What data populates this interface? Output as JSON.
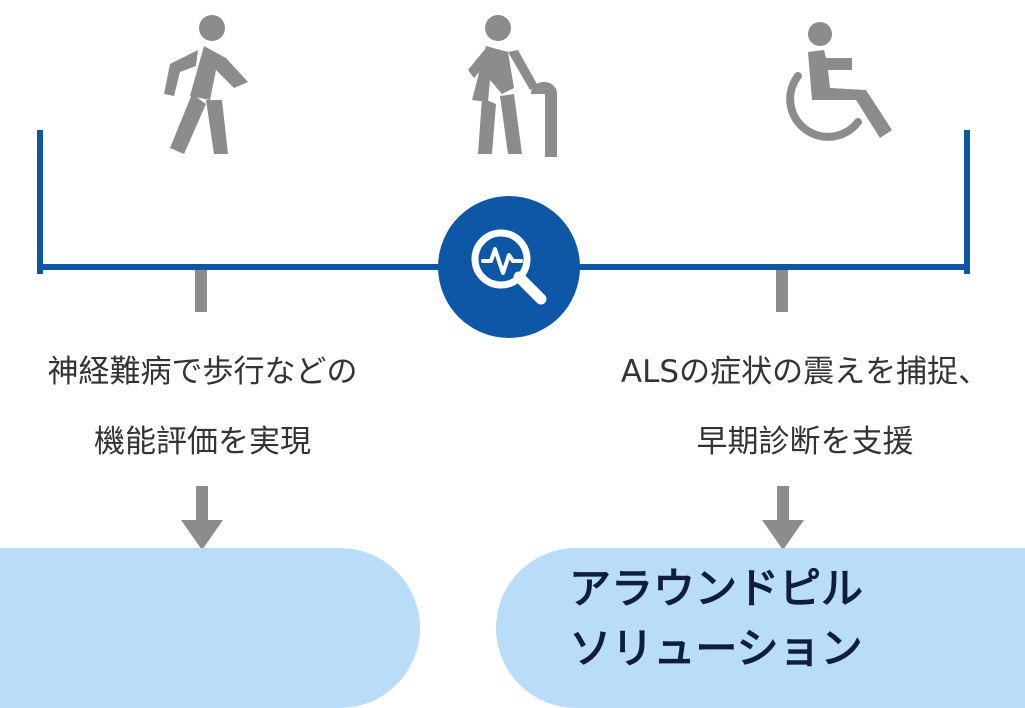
{
  "icons": {
    "left": "walking-person-icon",
    "center": "elderly-with-cane-icon",
    "right": "wheelchair-icon",
    "hub": "magnifier-pulse-icon"
  },
  "colors": {
    "bracket": "#0e57a6",
    "hub_circle": "#0e57a6",
    "icon_gray": "#8c8c8c",
    "pill_fill": "#b9ddf9",
    "pill_text": "#0f1e3c",
    "label_text": "#333333"
  },
  "left": {
    "line1": "神経難病で歩行などの",
    "line2": "機能評価を実現",
    "pill_line1": "",
    "pill_line2": ""
  },
  "right": {
    "line1": "ALSの症状の震えを捕捉、",
    "line2": "早期診断を支援",
    "pill_line1": "アラウンドピル",
    "pill_line2": "ソリューション"
  }
}
